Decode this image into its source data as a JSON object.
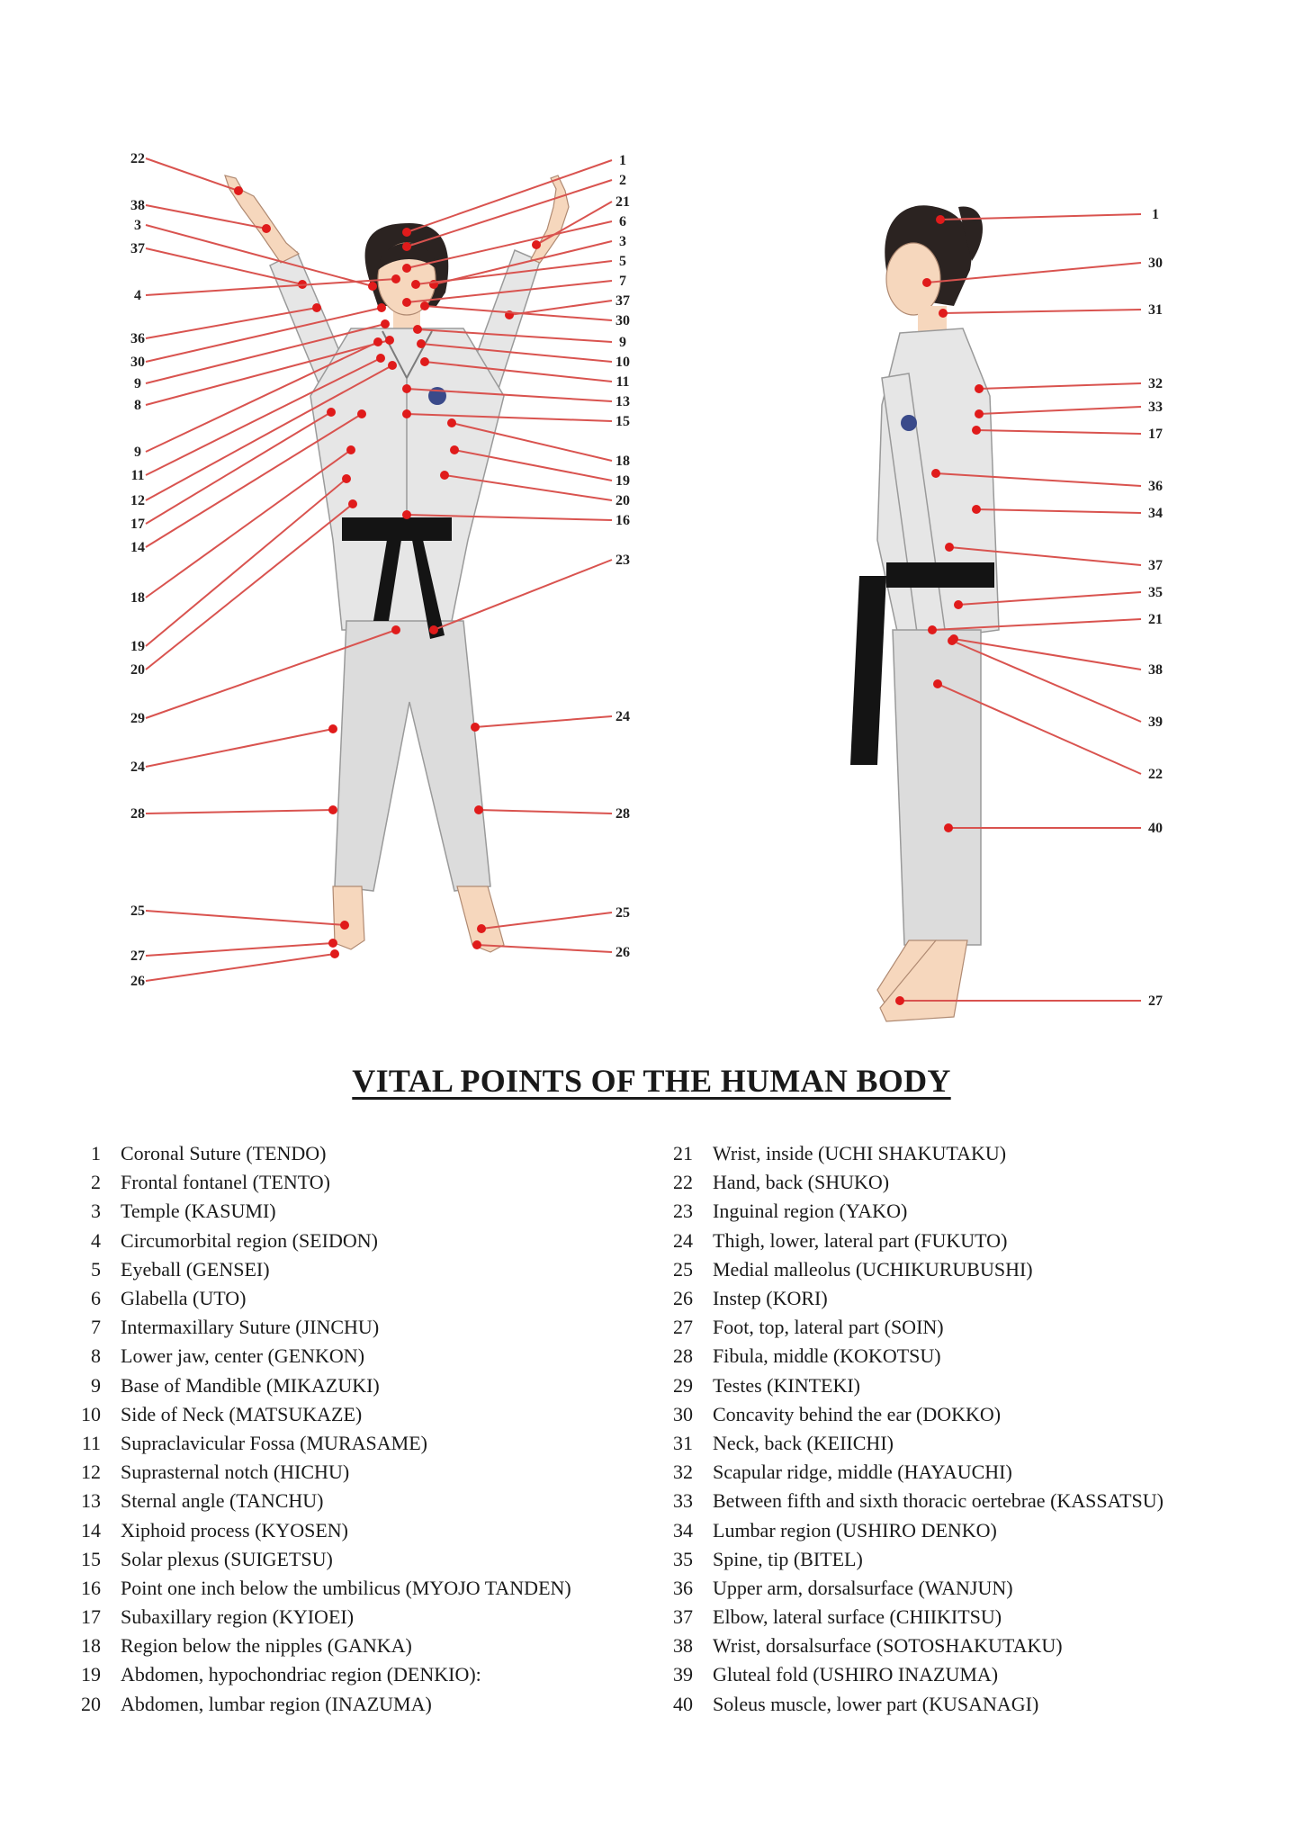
{
  "title": "VITAL POINTS OF THE HUMAN BODY",
  "colors": {
    "pointer": "#d9534f",
    "point": "#e01b1b",
    "gi": "#e6e6e6",
    "belt": "#141414",
    "skin": "#f6d7bd",
    "hair": "#2b2321"
  },
  "front_figure": {
    "left_labels": [
      "22",
      "38",
      "3",
      "37",
      "4",
      "36",
      "30",
      "9",
      "8",
      "9",
      "11",
      "12",
      "17",
      "14",
      "18",
      "19",
      "20",
      "29",
      "24",
      "28",
      "25",
      "27",
      "26"
    ],
    "right_labels": [
      "1",
      "2",
      "21",
      "6",
      "3",
      "5",
      "7",
      "37",
      "30",
      "9",
      "10",
      "11",
      "13",
      "15",
      "18",
      "19",
      "20",
      "16",
      "23",
      "24",
      "28",
      "25",
      "26"
    ]
  },
  "side_figure": {
    "right_labels": [
      "1",
      "30",
      "31",
      "32",
      "33",
      "17",
      "36",
      "34",
      "37",
      "35",
      "21",
      "38",
      "39",
      "22",
      "40",
      "27"
    ]
  },
  "legend": [
    {
      "num": "1",
      "text": "Coronal Suture (TENDO)"
    },
    {
      "num": "2",
      "text": "Frontal fontanel (TENTO)"
    },
    {
      "num": "3",
      "text": "Temple (KASUMI)"
    },
    {
      "num": "4",
      "text": "Circumorbital region (SEIDON)"
    },
    {
      "num": "5",
      "text": "Eyeball (GENSEI)"
    },
    {
      "num": "6",
      "text": "Glabella (UTO)"
    },
    {
      "num": "7",
      "text": "Intermaxillary Suture (JINCHU)"
    },
    {
      "num": "8",
      "text": "Lower jaw, center (GENKON)"
    },
    {
      "num": "9",
      "text": "Base of  Mandible (MIKAZUKI)"
    },
    {
      "num": "10",
      "text": "Side of Neck (MATSUKAZE)"
    },
    {
      "num": "11",
      "text": "Supraclavicular Fossa (MURASAME)"
    },
    {
      "num": "12",
      "text": "Suprasternal notch (HICHU)"
    },
    {
      "num": "13",
      "text": "Sternal angle (TANCHU)"
    },
    {
      "num": "14",
      "text": "Xiphoid process (KYOSEN)"
    },
    {
      "num": "15",
      "text": "Solar plexus (SUIGETSU)"
    },
    {
      "num": "16",
      "text": "Point one inch below the umbilicus (MYOJO TANDEN)"
    },
    {
      "num": "17",
      "text": "Subaxillary region (KYIOEI)"
    },
    {
      "num": "18",
      "text": "Region below the nipples (GANKA)"
    },
    {
      "num": "19",
      "text": "Abdomen, hypochondriac region (DENKIO):"
    },
    {
      "num": "20",
      "text": "Abdomen, lumbar region (INAZUMA)"
    },
    {
      "num": "21",
      "text": "Wrist, inside (UCHI SHAKUTAKU)"
    },
    {
      "num": "22",
      "text": "Hand, back (SHUKO)"
    },
    {
      "num": "23",
      "text": "Inguinal region (YAKO)"
    },
    {
      "num": "24",
      "text": "Thigh, lower, lateral part (FUKUTO)"
    },
    {
      "num": "25",
      "text": "Medial malleolus (UCHIKURUBUSHI)"
    },
    {
      "num": "26",
      "text": "Instep (KORI)"
    },
    {
      "num": "27",
      "text": "Foot, top, lateral part (SOIN)"
    },
    {
      "num": "28",
      "text": "Fibula, middle (KOKOTSU)"
    },
    {
      "num": "29",
      "text": "Testes (KINTEKI)"
    },
    {
      "num": "30",
      "text": "Concavity behind the ear (DOKKO)"
    },
    {
      "num": "31",
      "text": "Neck, back (KEIICHI)"
    },
    {
      "num": "32",
      "text": "Scapular ridge, middle (HAYAUCHI)"
    },
    {
      "num": "33",
      "text": "Between fifth and sixth thoracic oertebrae (KASSATSU)"
    },
    {
      "num": "34",
      "text": "Lumbar region (USHIRO DENKO)"
    },
    {
      "num": "35",
      "text": "Spine, tip (BITEL)"
    },
    {
      "num": "36",
      "text": "Upper arm, dorsalsurface (WANJUN)"
    },
    {
      "num": "37",
      "text": "Elbow, lateral surface (CHIIKITSU)"
    },
    {
      "num": "38",
      "text": "Wrist, dorsalsurface (SOTOSHAKUTAKU)"
    },
    {
      "num": "39",
      "text": "Gluteal fold (USHIRO INAZUMA)"
    },
    {
      "num": "40",
      "text": "Soleus muscle, lower part (KUSANAGI)"
    }
  ]
}
